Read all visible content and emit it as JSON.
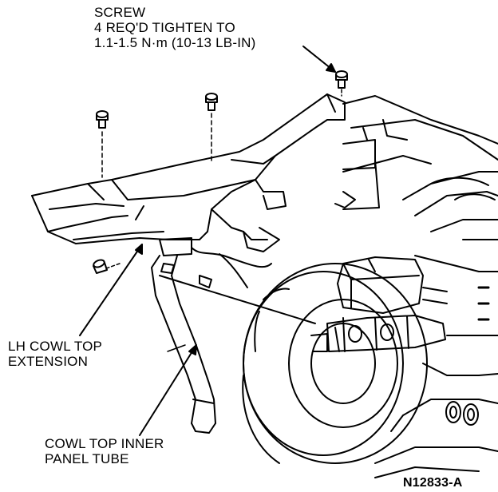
{
  "callouts": {
    "screw": {
      "line1": "SCREW",
      "line2": "4 REQ'D TIGHTEN TO",
      "line3": "1.1-1.5 N·m (10-13 LB-IN)"
    },
    "cowl_top_extension": {
      "line1": "LH COWL TOP",
      "line2": "EXTENSION"
    },
    "cowl_top_inner_panel_tube": {
      "line1": "COWL TOP INNER",
      "line2": "PANEL TUBE"
    }
  },
  "figure_id": "N12833-A",
  "colors": {
    "ink": "#000000",
    "paper": "#ffffff"
  }
}
